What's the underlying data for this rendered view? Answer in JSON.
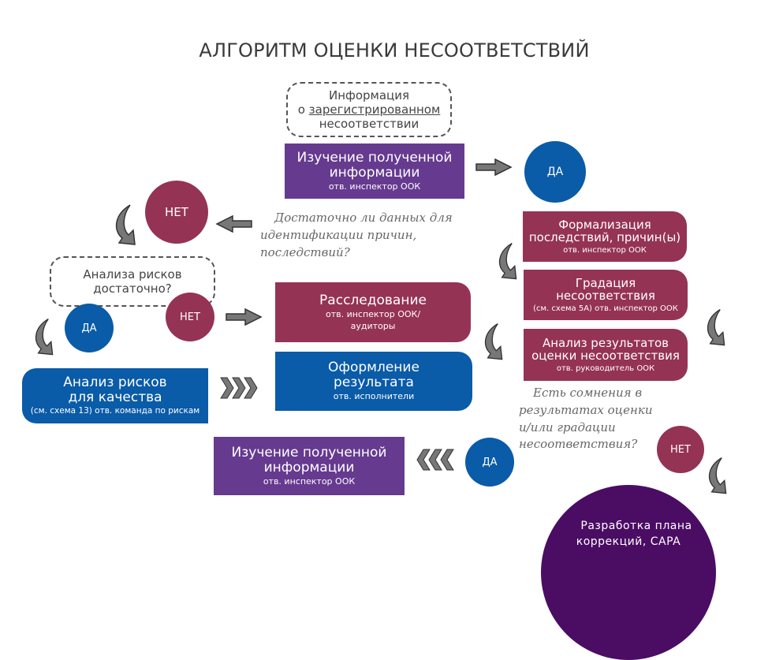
{
  "title": "АЛГОРИТМ ОЦЕНКИ НЕСООТВЕТСТВИЙ",
  "colors": {
    "purple": "#653a8f",
    "wine": "#953354",
    "blue": "#0a5ba8",
    "dark_purple": "#4a0d63",
    "arrow": "#555555"
  },
  "start_node": {
    "line1": "Информация",
    "line2_prefix": "о ",
    "line2_underlined": "зарегистрированном",
    "line3": "несоответствии"
  },
  "study_info_top": {
    "title_line1": "Изучение полученной",
    "title_line2": "информации",
    "resp": "отв. инспектор ООК"
  },
  "question_data": "Достаточно ли данных для идентификации причин, последствий?",
  "yes_top": "ДА",
  "no_top": "НЕТ",
  "risk_question": {
    "line1": "Анализа рисков",
    "line2": "достаточно?"
  },
  "risk_yes": "ДА",
  "risk_no": "НЕТ",
  "investigation": {
    "title": "Расследование",
    "resp_line1": "отв. инспектор ООК/",
    "resp_line2": "аудиторы"
  },
  "result_formalize": {
    "title_line1": "Оформление",
    "title_line2": "результата",
    "resp": "отв. исполнители"
  },
  "risk_analysis": {
    "title_line1": "Анализ рисков",
    "title_line2": "для качества",
    "resp": "(см. схема 13) отв. команда по рискам"
  },
  "formalization": {
    "title_line1": "Формализация",
    "title_line2": "последствий, причин(ы)",
    "resp": "отв. инспектор ООК"
  },
  "gradation": {
    "title_line1": "Градация",
    "title_line2": "несоответствия",
    "resp": "(см. схема 5А) отв. инспектор ООК"
  },
  "result_analysis": {
    "title_line1": "Анализ результатов",
    "title_line2": "оценки несоответствия",
    "resp": "отв. руководитель ООК"
  },
  "question_doubts": "Есть сомнения в результатах оценки и/или градации несоответствия?",
  "doubts_yes": "ДА",
  "doubts_no": "НЕТ",
  "study_info_bottom": {
    "title_line1": "Изучение полученной",
    "title_line2": "информации",
    "resp": "отв. инспектор ООК"
  },
  "capa": {
    "line1": "Разработка плана",
    "line2": "коррекций, CAPA"
  }
}
